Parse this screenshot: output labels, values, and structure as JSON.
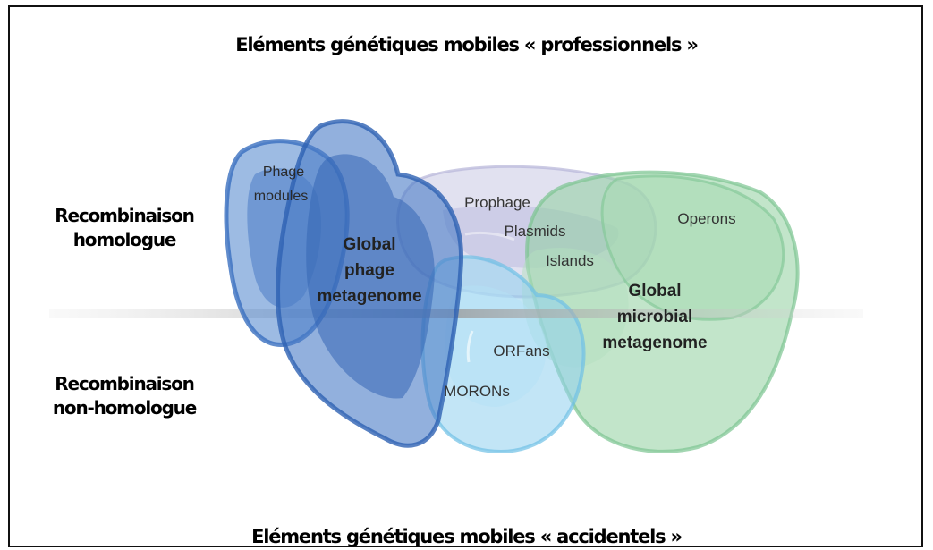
{
  "titles": {
    "top": "Eléments génétiques mobiles « professionnels »",
    "bottom": "Eléments génétiques mobiles « accidentels »"
  },
  "side_labels": {
    "homologous": [
      "Recombinaison",
      "homologue"
    ],
    "non_homologous": [
      "Recombinaison",
      "non-homologue"
    ]
  },
  "diagram_labels": {
    "phage_modules": [
      "Phage",
      "modules"
    ],
    "global_phage": [
      "Global",
      "phage",
      "metagenome"
    ],
    "prophage": "Prophage",
    "plasmids": "Plasmids",
    "islands": "Islands",
    "operons": "Operons",
    "global_microbial": [
      "Global",
      "microbial",
      "metagenome"
    ],
    "orfans": "ORFans",
    "morons": "MORONs"
  },
  "colors": {
    "phage_blue": "#3a6fbf",
    "light_blue": "#6fc0e6",
    "green": "#7cc592",
    "lavender": "#b9b8dc",
    "plane": "#a8a8a8"
  }
}
